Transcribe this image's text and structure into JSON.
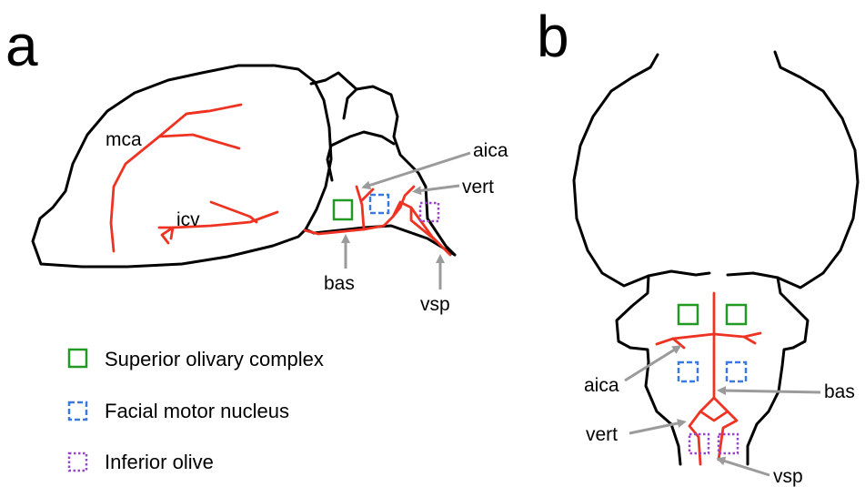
{
  "panels": [
    {
      "letter": "a"
    },
    {
      "letter": "b"
    }
  ],
  "labels": {
    "mca": "mca",
    "icv": "icv",
    "aica": "aica",
    "vert": "vert",
    "bas": "bas",
    "vsp": "vsp"
  },
  "legend": [
    {
      "text": "Superior olivary complex",
      "color": "#229922",
      "style": "solid"
    },
    {
      "text": "Facial motor nucleus",
      "color": "#3a7ae0",
      "style": "dashed"
    },
    {
      "text": "Inferior olive",
      "color": "#9944cc",
      "style": "dotted"
    }
  ],
  "colors": {
    "vessel": "#ee3322",
    "arrow": "#9b9b9b",
    "outline": "#000000"
  }
}
